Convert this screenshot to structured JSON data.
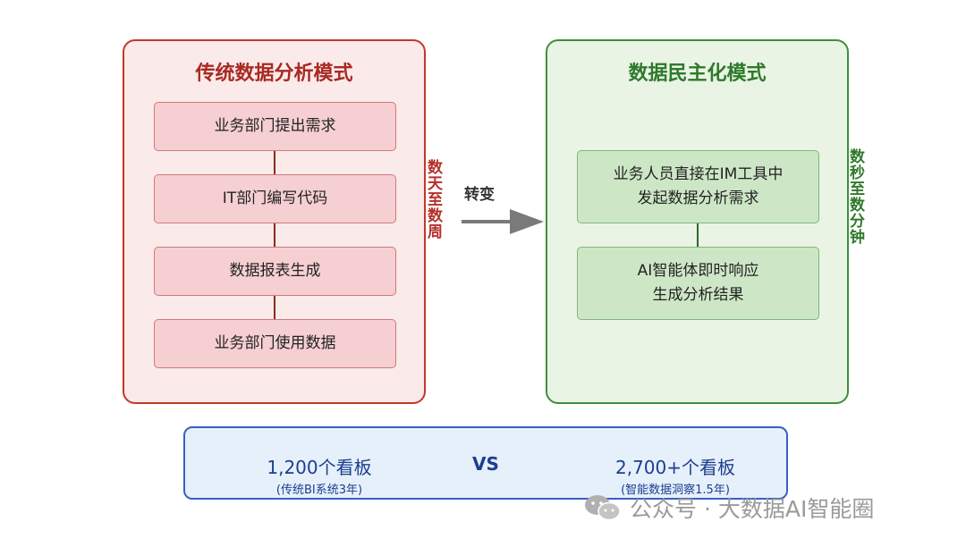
{
  "left_panel": {
    "title": "传统数据分析模式",
    "steps": [
      "业务部门提出需求",
      "IT部门编写代码",
      "数据报表生成",
      "业务部门使用数据"
    ],
    "side_label": "数天至数周",
    "border_color": "#c0392b",
    "fill_color": "#fbeaea"
  },
  "right_panel": {
    "title": "数据民主化模式",
    "steps": [
      {
        "line1": "业务人员直接在IM工具中",
        "line2": "发起数据分析需求"
      },
      {
        "line1": "AI智能体即时响应",
        "line2": "生成分析结果"
      }
    ],
    "side_label": "数秒至数分钟",
    "border_color": "#3f8f3a",
    "fill_color": "#eaf4e5"
  },
  "transition": {
    "label": "转变",
    "arrow_icon": "right-arrow-icon"
  },
  "comparison": {
    "left_value": "1,200个看板",
    "left_note": "(传统BI系统3年)",
    "vs": "VS",
    "right_value": "2,700+个看板",
    "right_note": "(智能数据洞察1.5年)",
    "border_color": "#3a5fbf"
  },
  "watermark": {
    "icon": "wechat-icon",
    "text": "公众号 · 大数据AI智能圈"
  }
}
